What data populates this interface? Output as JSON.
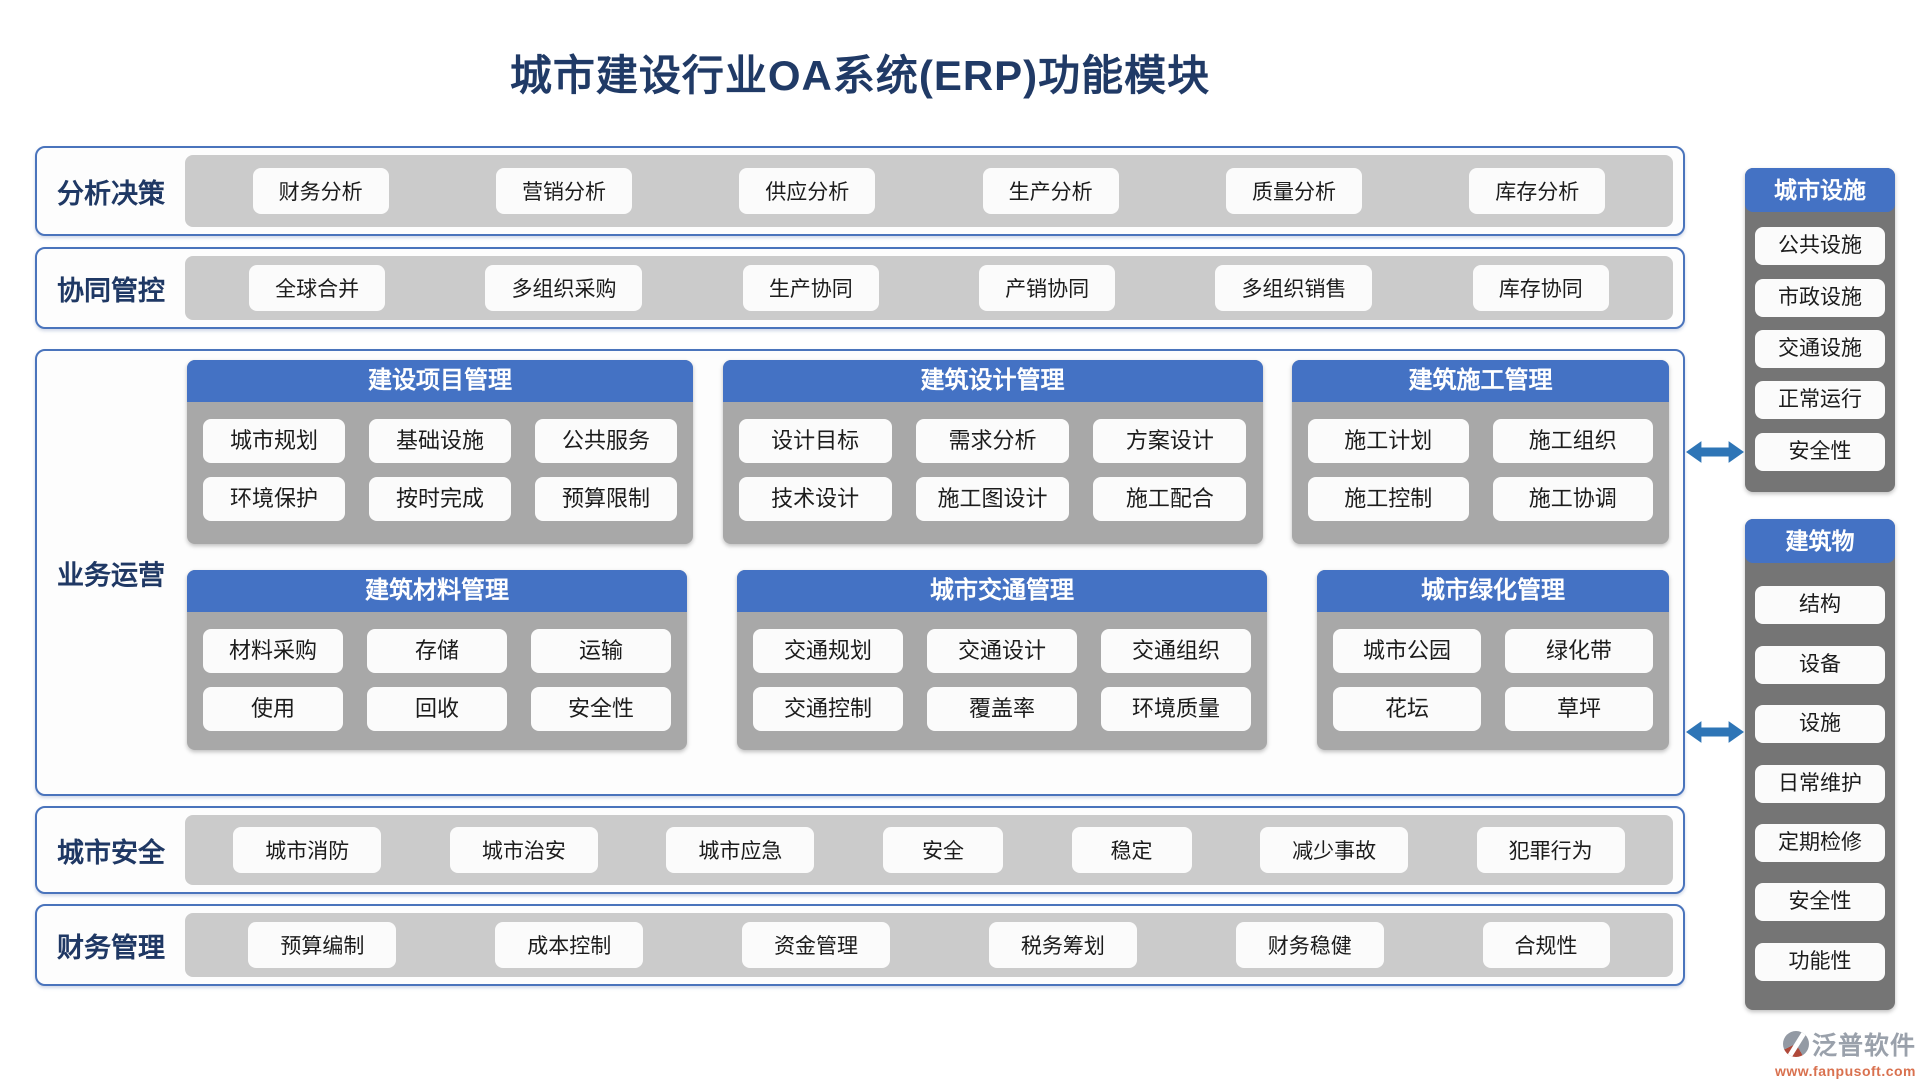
{
  "title": "城市建设行业OA系统(ERP)功能模块",
  "colors": {
    "accent_blue": "#4472C4",
    "border_blue": "#4A74BC",
    "navy_text": "#1F3864",
    "arrow_blue": "#2E75B6",
    "row_band_gray": "#CBCBCB",
    "card_gray": "#A8A8A8",
    "panel_gray": "#757575",
    "chip_white": "#FBFBFB",
    "logo_gray": "#9AA1AB",
    "logo_orange": "#D9714F"
  },
  "rows": {
    "analysis": {
      "label": "分析决策",
      "items": [
        "财务分析",
        "营销分析",
        "供应分析",
        "生产分析",
        "质量分析",
        "库存分析"
      ]
    },
    "collab": {
      "label": "协同管控",
      "items": [
        "全球合并",
        "多组织采购",
        "生产协同",
        "产销协同",
        "多组织销售",
        "库存协同"
      ]
    },
    "operations": {
      "label": "业务运营",
      "card_rows": [
        [
          {
            "title": "建设项目管理",
            "cols": 3,
            "items": [
              "城市规划",
              "基础设施",
              "公共服务",
              "环境保护",
              "按时完成",
              "预算限制"
            ]
          },
          {
            "title": "建筑设计管理",
            "cols": 3,
            "items": [
              "设计目标",
              "需求分析",
              "方案设计",
              "技术设计",
              "施工图设计",
              "施工配合"
            ]
          },
          {
            "title": "建筑施工管理",
            "cols": 2,
            "items": [
              "施工计划",
              "施工组织",
              "施工控制",
              "施工协调"
            ]
          }
        ],
        [
          {
            "title": "建筑材料管理",
            "cols": 3,
            "items": [
              "材料采购",
              "存储",
              "运输",
              "使用",
              "回收",
              "安全性"
            ]
          },
          {
            "title": "城市交通管理",
            "cols": 3,
            "items": [
              "交通规划",
              "交通设计",
              "交通组织",
              "交通控制",
              "覆盖率",
              "环境质量"
            ]
          },
          {
            "title": "城市绿化管理",
            "cols": 2,
            "items": [
              "城市公园",
              "绿化带",
              "花坛",
              "草坪"
            ]
          }
        ]
      ]
    },
    "safety": {
      "label": "城市安全",
      "items": [
        "城市消防",
        "城市治安",
        "城市应急",
        "安全",
        "稳定",
        "减少事故",
        "犯罪行为"
      ]
    },
    "finance": {
      "label": "财务管理",
      "items": [
        "预算编制",
        "成本控制",
        "资金管理",
        "税务筹划",
        "财务稳健",
        "合规性"
      ]
    }
  },
  "sidebar": {
    "panels": [
      {
        "title": "城市设施",
        "items": [
          "公共设施",
          "市政设施",
          "交通设施",
          "正常运行",
          "安全性"
        ]
      },
      {
        "title": "建筑物",
        "items": [
          "结构",
          "设备",
          "设施",
          "日常维护",
          "定期检修",
          "安全性",
          "功能性"
        ]
      }
    ]
  },
  "logo": {
    "name": "泛普软件",
    "url": "www.fanpusoft.com"
  }
}
